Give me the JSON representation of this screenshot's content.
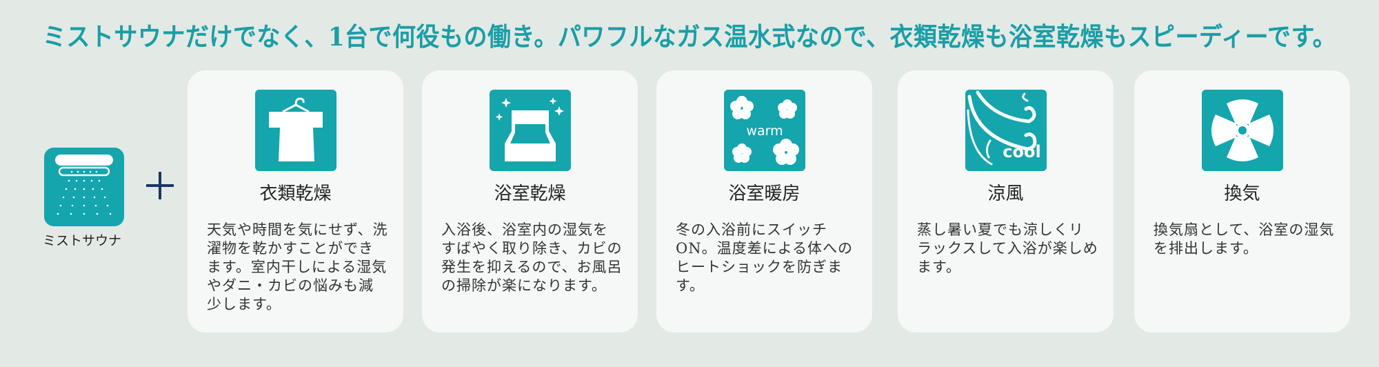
{
  "headline": "ミストサウナだけでなく、1台で何役もの働き。パワフルなガス温水式なので、衣類乾燥も浴室乾燥もスピーディーです。",
  "mist": {
    "label": "ミストサウナ",
    "icon": "mist-sauna-icon"
  },
  "plus_symbol": "+",
  "colors": {
    "accent": "#14a5ad",
    "headline": "#1a9ea6",
    "plus": "#1a3566",
    "background": "#e3e9e5",
    "card": "#f5f8f6"
  },
  "cards": [
    {
      "title": "衣類乾燥",
      "icon": "shirt-hanger-icon",
      "description": "天気や時間を気にせず、洗濯物を乾かすことができます。室内干しによる湿気やダニ・カビの悩みも減少します。"
    },
    {
      "title": "浴室乾燥",
      "icon": "sparkling-bathtub-icon",
      "description": "入浴後、浴室内の湿気をすばやく取り除き、カビの発生を抑えるので、お風呂の掃除が楽になります。"
    },
    {
      "title": "浴室暖房",
      "icon": "warm-flowers-icon",
      "icon_text": "warm",
      "description": "冬の入浴前にスイッチON。温度差による体へのヒートショックを防ぎます。"
    },
    {
      "title": "涼風",
      "icon": "cool-wind-icon",
      "icon_text": "cool",
      "description": "蒸し暑い夏でも涼しくリラックスして入浴が楽しめます。"
    },
    {
      "title": "換気",
      "icon": "ventilation-fan-icon",
      "description": "換気扇として、浴室の湿気を排出します。"
    }
  ]
}
